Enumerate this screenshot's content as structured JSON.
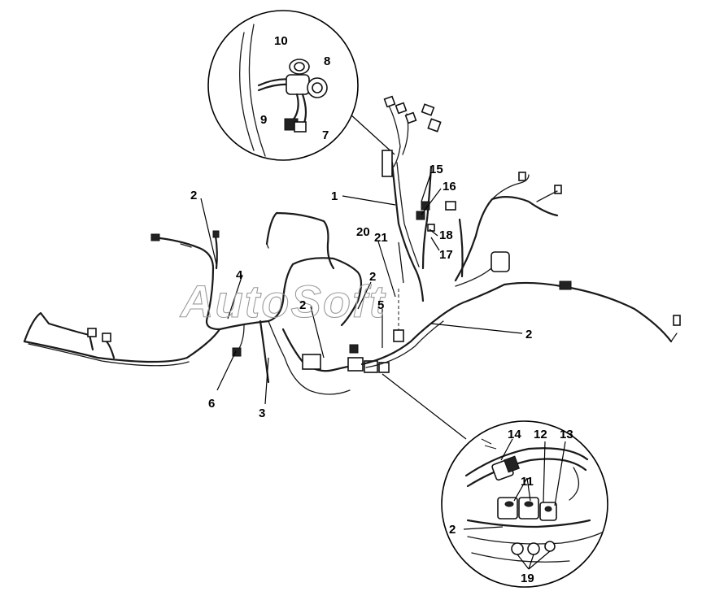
{
  "watermark": "AutoSoft",
  "labels": {
    "l1": "1",
    "l2a": "2",
    "l2b": "2",
    "l2c": "2",
    "l2d": "2",
    "l2e": "2",
    "l3": "3",
    "l4": "4",
    "l5": "5",
    "l6": "6",
    "l7": "7",
    "l8": "8",
    "l9": "9",
    "l10": "10",
    "l11": "11",
    "l12": "12",
    "l13": "13",
    "l14": "14",
    "l15": "15",
    "l16": "16",
    "l17": "17",
    "l18": "18",
    "l19": "19",
    "l20": "20",
    "l21": "21"
  }
}
